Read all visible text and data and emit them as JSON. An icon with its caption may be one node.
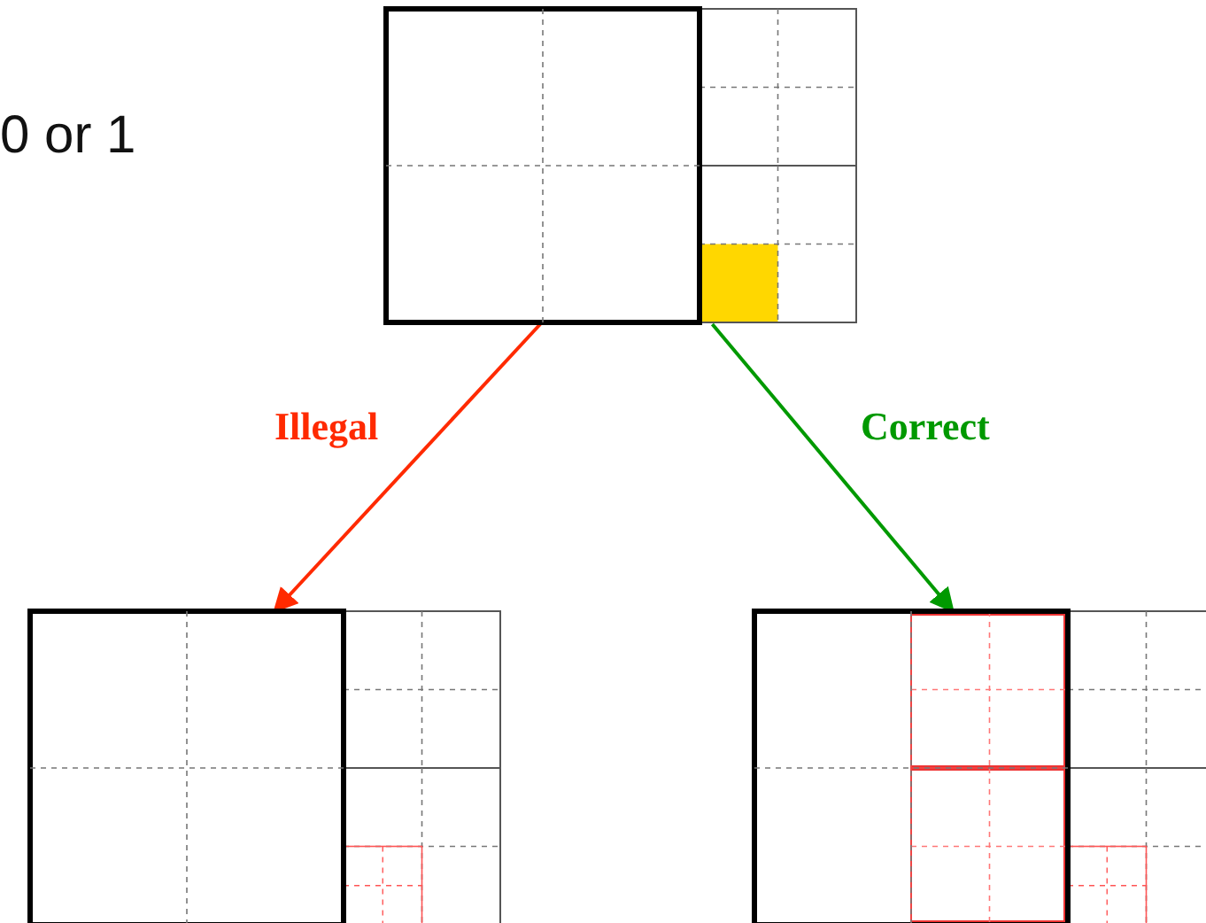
{
  "diagram": {
    "nodes": [
      {
        "text": [],
        "shape": "picture"
      },
      {
        "text": [],
        "shape": "picture"
      },
      {
        "text": [],
        "shape": "picture"
      }
    ],
    "edges": [
      {
        "from": 0,
        "to": 1,
        "arrow": "to",
        "label": "Illegal",
        "color": "#ff2a00"
      },
      {
        "from": 0,
        "to": 2,
        "arrow": "to",
        "label": "Correct",
        "color": "#009900"
      }
    ],
    "labels": [
      "0 or 1"
    ]
  }
}
